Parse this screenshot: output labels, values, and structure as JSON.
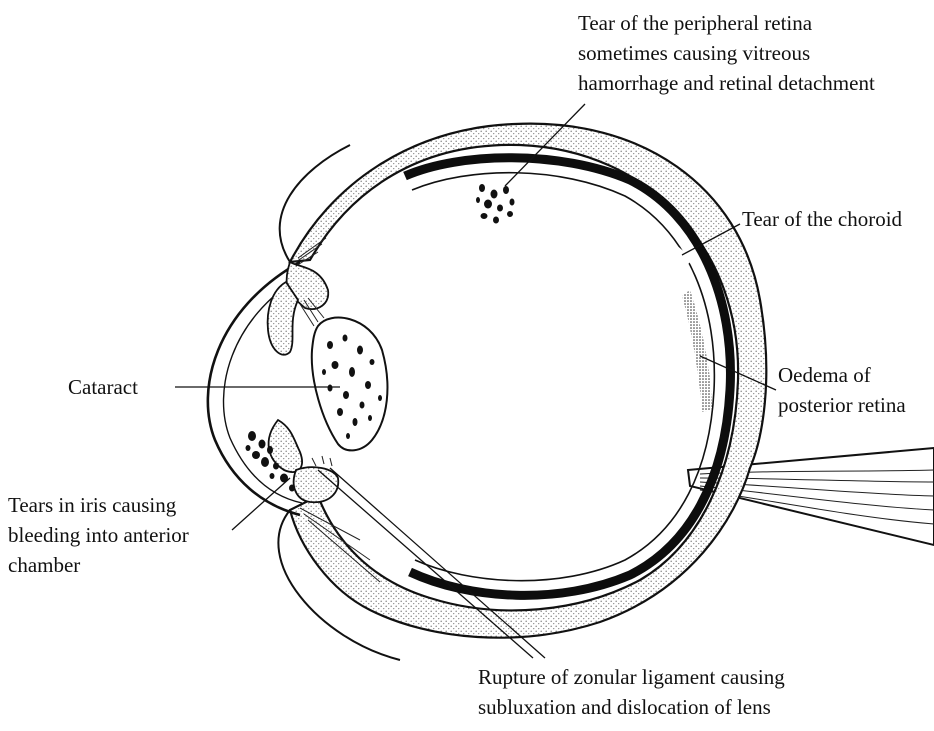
{
  "labels": {
    "retina_tear": {
      "line1": "Tear of the peripheral retina",
      "line2": "sometimes causing vitreous",
      "line3": "hamorrhage and retinal detachment"
    },
    "choroid_tear": {
      "line1": "Tear of the choroid"
    },
    "oedema": {
      "line1": "Oedema of",
      "line2": "posterior retina"
    },
    "cataract": {
      "line1": "Cataract"
    },
    "iris_tears": {
      "line1": "Tears in iris causing",
      "line2": "bleeding into anterior",
      "line3": "chamber"
    },
    "zonular": {
      "line1": "Rupture of zonular ligament causing",
      "line2": "subluxation and dislocation of lens"
    }
  },
  "colors": {
    "ink": "#111111",
    "stipple": "#9a9a9a",
    "background": "#ffffff"
  }
}
